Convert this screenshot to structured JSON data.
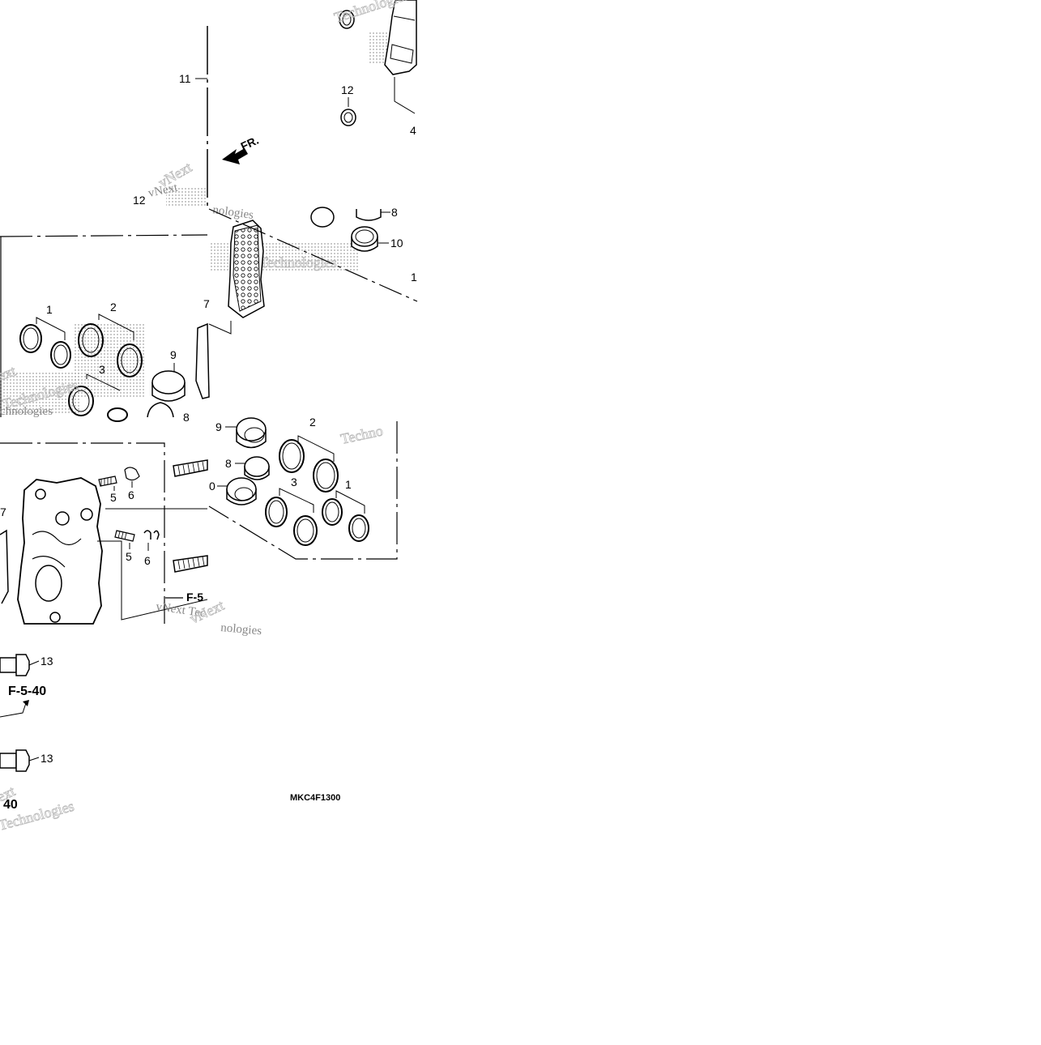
{
  "diagram": {
    "code": "MKC4F1300",
    "ref_front": "F-5-40",
    "ref_mid": "F-5",
    "ref_bottom": "40",
    "direction_label": "FR.",
    "watermarks": [
      "vNext",
      "Technologies",
      "Technologies",
      "vNext Technologies",
      "Technologies",
      "vNext Tec",
      "nologies",
      "ext",
      "chnologies",
      "Technologies",
      "Techno"
    ],
    "callouts": {
      "n1": "1",
      "n2": "2",
      "n3": "3",
      "n4": "4",
      "n5": "5",
      "n6": "6",
      "n7": "7",
      "n8": "8",
      "n9": "9",
      "n10": "10",
      "n11": "11",
      "n12": "12",
      "n13": "13",
      "n0": "0"
    }
  }
}
